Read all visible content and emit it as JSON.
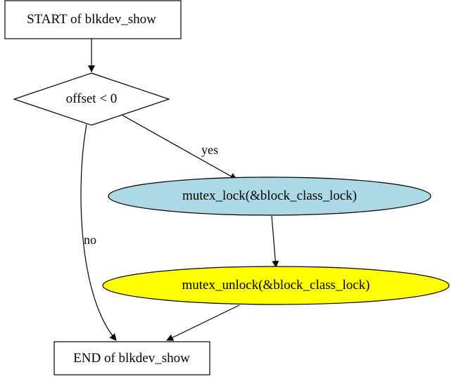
{
  "nodes": {
    "start": {
      "label": "START of blkdev_show",
      "shape": "box",
      "fill": "#ffffff"
    },
    "decision": {
      "label": "offset < 0",
      "shape": "diamond",
      "fill": "#ffffff"
    },
    "lock": {
      "label": "mutex_lock(&block_class_lock)",
      "shape": "ellipse",
      "fill": "#add8e6"
    },
    "unlock": {
      "label": "mutex_unlock(&block_class_lock)",
      "shape": "ellipse",
      "fill": "#ffff00"
    },
    "end": {
      "label": "END of blkdev_show",
      "shape": "box",
      "fill": "#ffffff"
    }
  },
  "edges": {
    "yes": {
      "label": "yes",
      "from": "decision",
      "to": "lock"
    },
    "no": {
      "label": "no",
      "from": "decision",
      "to": "end"
    }
  }
}
